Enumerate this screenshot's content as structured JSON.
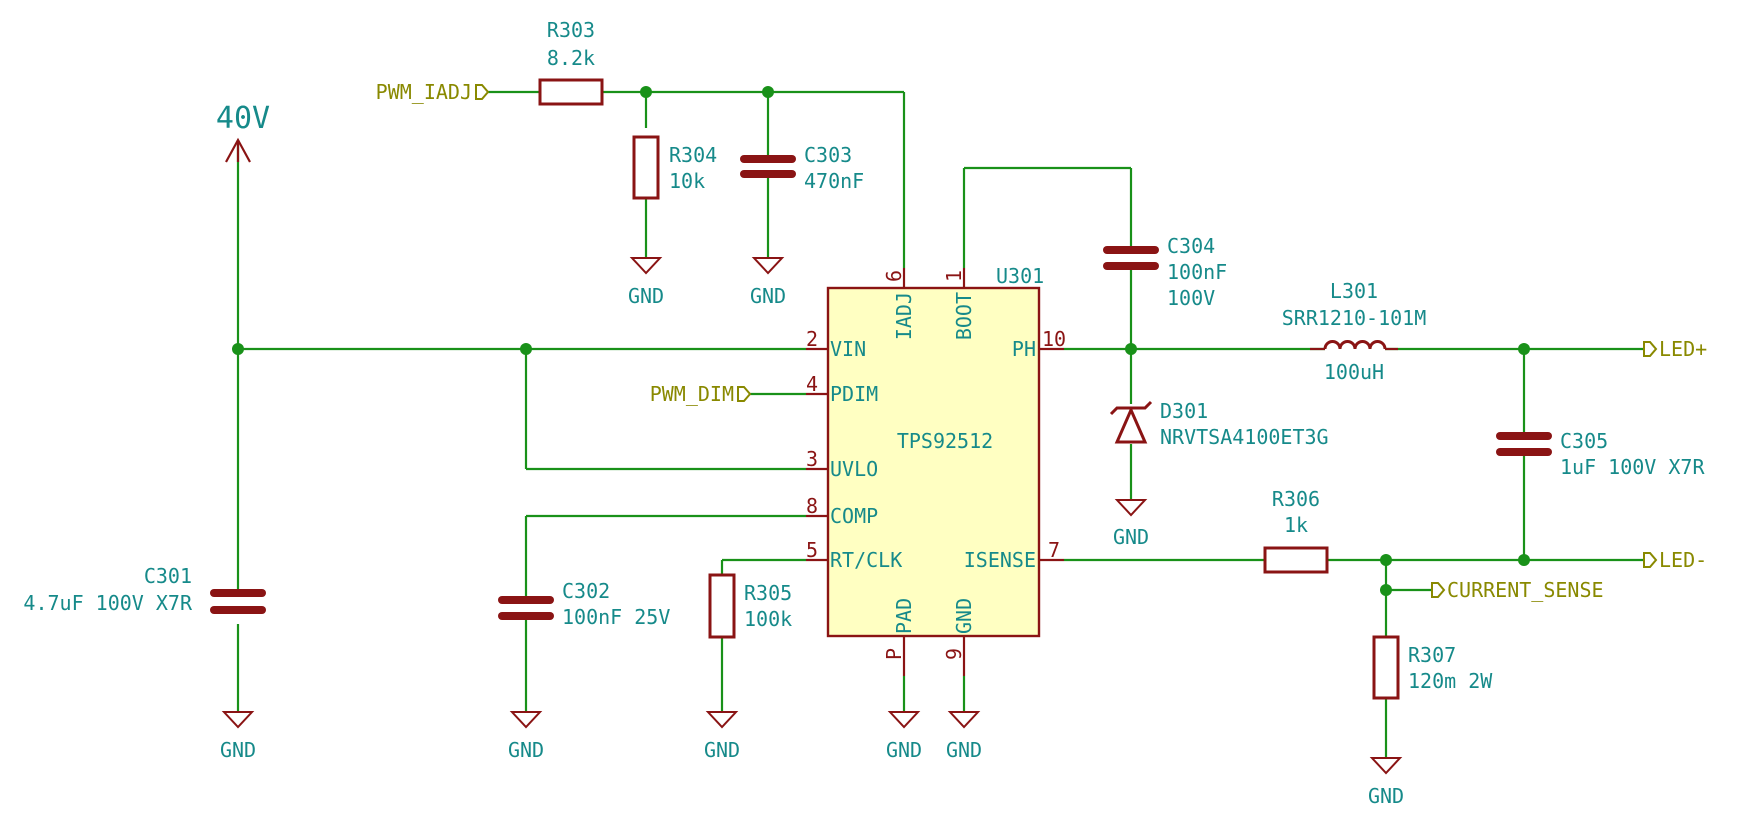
{
  "power_rail": "40V",
  "ground_label": "GND",
  "nets": {
    "pwm_iadj": "PWM_IADJ",
    "pwm_dim": "PWM_DIM",
    "led_plus": "LED+",
    "led_minus": "LED-",
    "current_sense": "CURRENT_SENSE"
  },
  "ic": {
    "ref": "U301",
    "value": "TPS92512",
    "pins": {
      "vin": {
        "name": "VIN",
        "num": "2"
      },
      "pdim": {
        "name": "PDIM",
        "num": "4"
      },
      "uvlo": {
        "name": "UVLO",
        "num": "3"
      },
      "comp": {
        "name": "COMP",
        "num": "8"
      },
      "rtclk": {
        "name": "RT/CLK",
        "num": "5"
      },
      "iadj": {
        "name": "IADJ",
        "num": "6"
      },
      "boot": {
        "name": "BOOT",
        "num": "1"
      },
      "ph": {
        "name": "PH",
        "num": "10"
      },
      "isense": {
        "name": "ISENSE",
        "num": "7"
      },
      "pad": {
        "name": "PAD",
        "num": "P"
      },
      "gnd": {
        "name": "GND",
        "num": "9"
      }
    }
  },
  "components": {
    "r303": {
      "ref": "R303",
      "value": "8.2k"
    },
    "r304": {
      "ref": "R304",
      "value": "10k"
    },
    "c303": {
      "ref": "C303",
      "value": "470nF"
    },
    "c304": {
      "ref": "C304",
      "value": "100nF",
      "value2": "100V"
    },
    "l301": {
      "ref": "L301",
      "value": "SRR1210-101M",
      "value2": "100uH"
    },
    "d301": {
      "ref": "D301",
      "value": "NRVTSA4100ET3G"
    },
    "c305": {
      "ref": "C305",
      "value": "1uF 100V X7R"
    },
    "r306": {
      "ref": "R306",
      "value": "1k"
    },
    "r307": {
      "ref": "R307",
      "value": "120m 2W"
    },
    "c301": {
      "ref": "C301",
      "value": "4.7uF 100V X7R"
    },
    "c302": {
      "ref": "C302",
      "value": "100nF 25V"
    },
    "r305": {
      "ref": "R305",
      "value": "100k"
    }
  },
  "colors": {
    "wire": "#199119",
    "component": "#8a1414",
    "text": "#168a8a",
    "net_label": "#898900",
    "ic_fill": "#ffffc2"
  }
}
